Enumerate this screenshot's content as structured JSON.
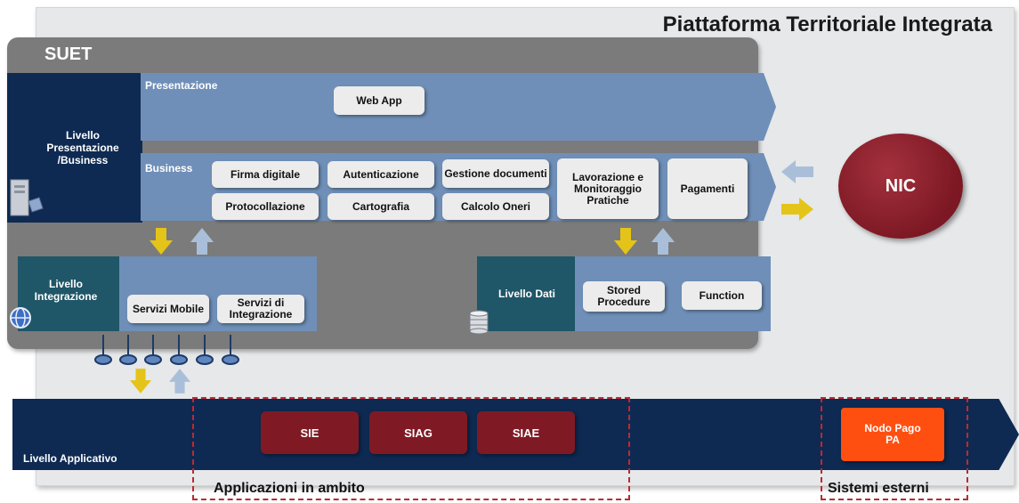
{
  "platform_title": "Piattaforma Territoriale Integrata",
  "suet_title": "SUET",
  "presentation_business": {
    "side_label": "Livello Presentazione /Business",
    "presentazione_label": "Presentazione",
    "business_label": "Business",
    "web_app": "Web App",
    "components": {
      "firma_digitale": "Firma digitale",
      "protocollazione": "Protocollazione",
      "autenticazione": "Autenticazione",
      "cartografia": "Cartografia",
      "gestione_documenti": "Gestione documenti",
      "calcolo_oneri": "Calcolo Oneri",
      "lavorazione": "Lavorazione e Monitoraggio Pratiche",
      "pagamenti": "Pagamenti"
    }
  },
  "integrazione": {
    "label": "Livello Integrazione",
    "servizi_mobile": "Servizi Mobile",
    "servizi_integrazione": "Servizi di Integrazione"
  },
  "dati": {
    "label": "Livello Dati",
    "stored_procedure": "Stored Procedure",
    "function": "Function"
  },
  "nic": "NIC",
  "applicativo": {
    "label": "Livello Applicativo",
    "apps": [
      "SIE",
      "SIAG",
      "SIAE"
    ],
    "nodo_pago": "Nodo Pago PA"
  },
  "groups": {
    "applicazioni_in_ambito": "Applicazioni in ambito",
    "sistemi_esterni": "Sistemi esterni"
  },
  "colors": {
    "navy": "#0e2a52",
    "steel_blue": "#6f8fb8",
    "teal": "#1f5668",
    "maroon": "#7f1a24",
    "orange": "#ff4f10",
    "yellow_arrow": "#e5c41a",
    "light_arrow": "#a9bfd9",
    "dashed_red": "#c0282e"
  },
  "icons": [
    "server-icon",
    "globe-icon",
    "database-icon",
    "connector-icon",
    "arrow-up-icon",
    "arrow-down-icon",
    "arrow-left-icon",
    "arrow-right-icon"
  ]
}
